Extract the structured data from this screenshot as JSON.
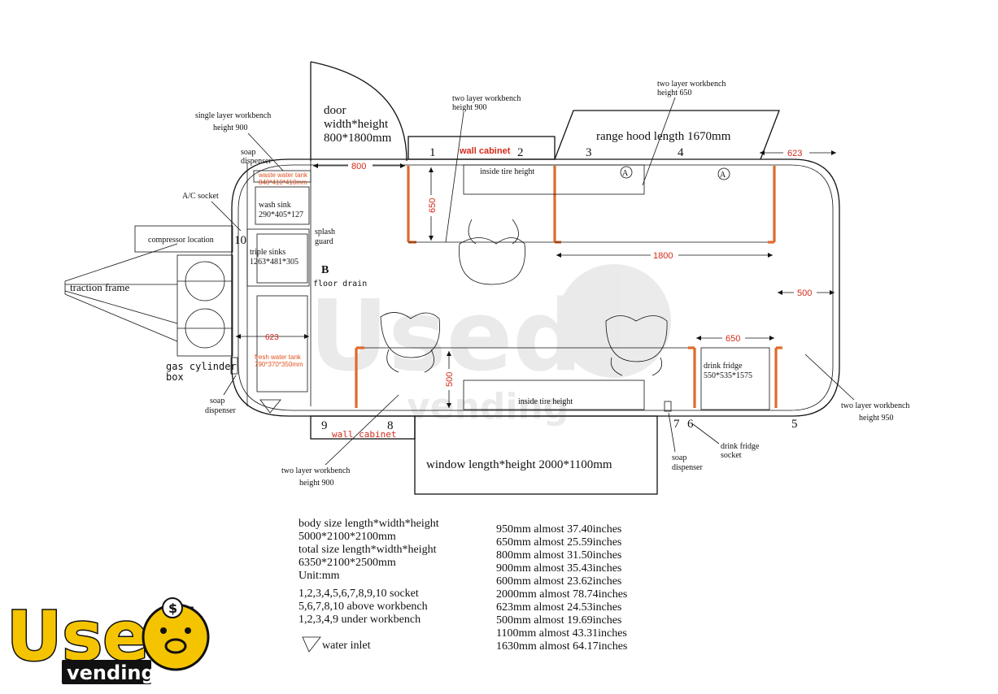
{
  "labels": {
    "door": "door",
    "door_wh": "width*height",
    "door_size": "800*1800mm",
    "range_hood": "range hood length 1670mm",
    "wall_cabinet_top": "wall cabinet",
    "wall_cabinet_bottom": "wall cabinet",
    "inside_tire_top": "inside tire height",
    "inside_tire_bottom": "inside tire height",
    "two_layer_900_top_l1": "two layer workbench",
    "two_layer_900_top_l2": "height 900",
    "two_layer_650_l1": "two layer workbench",
    "two_layer_650_l2": "height 650",
    "single_layer_l1": "single layer workbench",
    "single_layer_l2": "height 900",
    "soap_top_l1": "soap",
    "soap_top_l2": "dispenser",
    "waste_tank_l1": "waste water tank",
    "waste_tank_l2": "840*410*410mm",
    "wash_sink_l1": "wash sink",
    "wash_sink_l2": "290*405*127",
    "ac_socket": "A/C socket",
    "compressor": "compressor location",
    "triple_sinks_l1": "triple sinks",
    "triple_sinks_l2": "1263*481*305",
    "splash_l1": "splash",
    "splash_l2": "guard",
    "b_mark": "B",
    "floor_drain": "floor drain",
    "traction_frame": "traction frame",
    "fresh_tank_l1": "fresh water tank",
    "fresh_tank_l2": "790*370*350mm",
    "gas_l1": "gas cylinder",
    "gas_l2": "box",
    "soap_left_l1": "soap",
    "soap_left_l2": "dispenser",
    "drink_fridge_l1": "drink fridge",
    "drink_fridge_l2": "550*535*1575",
    "two_layer_950_l1": "two layer workbench",
    "two_layer_950_l2": "height 950",
    "drink_socket_l1": "drink fridge",
    "drink_socket_l2": "socket",
    "soap_bottom_l1": "soap",
    "soap_bottom_l2": "dispenser",
    "window": "window length*height 2000*1100mm",
    "two_layer_900_bottom_l1": "two layer workbench",
    "two_layer_900_bottom_l2": "height 900",
    "hood_mark": "A"
  },
  "sockets": {
    "s1": "1",
    "s2": "2",
    "s3": "3",
    "s4": "4",
    "s5": "5",
    "s6": "6",
    "s7": "7",
    "s8": "8",
    "s9": "9",
    "s10": "10"
  },
  "dimensions": {
    "d800": "800",
    "d623_right": "623",
    "d650_v": "650",
    "d1800": "1800",
    "d500_right": "500",
    "d623_left": "623",
    "d650_h": "650",
    "d500_v": "500"
  },
  "specs": [
    "body size length*width*height",
    "5000*2100*2100mm",
    "total size length*width*height",
    "6350*2100*2500mm",
    "Unit:mm"
  ],
  "sockets_info": [
    "1,2,3,4,5,6,7,8,9,10 socket",
    "5,6,7,8,10 above workbench",
    "1,2,3,4,9 under workbench"
  ],
  "water_inlet": "water inlet",
  "conversions": [
    "950mm almost 37.40inches",
    "650mm almost 25.59inches",
    "800mm almost 31.50inches",
    "900mm almost 35.43inches",
    "600mm almost 23.62inches",
    "2000mm almost 78.74inches",
    "623mm almost 24.53inches",
    "500mm almost 19.69inches",
    "1100mm almost 43.31inches",
    "1630mm almost 64.17inches"
  ],
  "logo": {
    "word1": "Used",
    "word2": "vending",
    "dollar": "$"
  },
  "colors": {
    "accent_orange": "#e06a2c",
    "label_red": "#d42a1a",
    "logo_yellow": "#f5c400"
  }
}
